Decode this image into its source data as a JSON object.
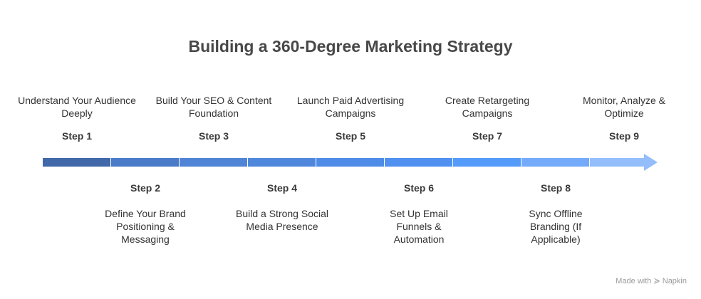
{
  "title": "Building a 360-Degree Marketing Strategy",
  "steps": [
    {
      "label": "Step 1",
      "text": "Understand Your Audience Deeply",
      "color": "#4169A9"
    },
    {
      "label": "Step 2",
      "text": "Define Your Brand Positioning & Messaging",
      "color": "#4A7BC8"
    },
    {
      "label": "Step 3",
      "text": "Build Your SEO & Content Foundation",
      "color": "#4F84D6"
    },
    {
      "label": "Step 4",
      "text": "Build a Strong Social Media Presence",
      "color": "#4F87DD"
    },
    {
      "label": "Step 5",
      "text": "Launch Paid Advertising Campaigns",
      "color": "#4F8CE8"
    },
    {
      "label": "Step 6",
      "text": "Set Up Email Funnels & Automation",
      "color": "#4F90F0"
    },
    {
      "label": "Step 7",
      "text": "Create Retargeting Campaigns",
      "color": "#559BFA"
    },
    {
      "label": "Step 8",
      "text": "Sync Offline Branding (If Applicable)",
      "color": "#74AAFA"
    },
    {
      "label": "Step 9",
      "text": "Monitor, Analyze & Optimize",
      "color": "#94BEFB"
    }
  ],
  "footer": "Made with ≽ Napkin"
}
